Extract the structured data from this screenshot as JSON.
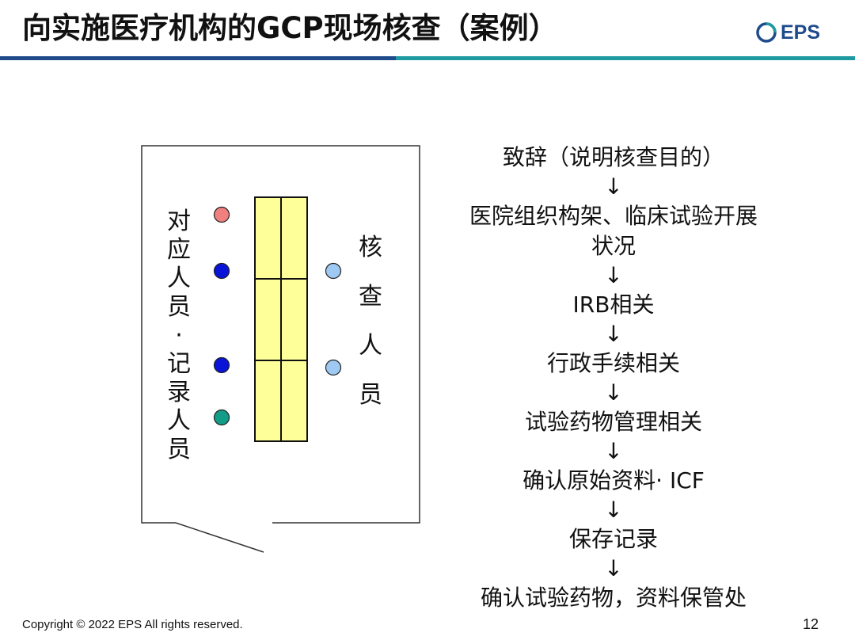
{
  "header": {
    "title": "向实施医疗机构的GCP现场核查（案例）",
    "logo_text": "EPS",
    "logo_icon": "eps-logo-icon",
    "colors": {
      "primary": "#1f4b8c",
      "accent": "#1e9aa0"
    }
  },
  "diagram": {
    "left_label_chars": [
      "对",
      "应",
      "人",
      "员",
      "·",
      "记",
      "录",
      "人",
      "员"
    ],
    "right_label_chars": [
      "核",
      "查",
      "人",
      "员"
    ],
    "left_seats": [
      {
        "role": "left-seat",
        "color": "#f08080"
      },
      {
        "role": "left-seat",
        "color": "#0a14d8"
      },
      {
        "role": "left-seat",
        "color": "#0a14d8"
      },
      {
        "role": "left-seat",
        "color": "#139c87"
      }
    ],
    "right_seats": [
      {
        "role": "right-seat",
        "color": "#9ec9f2"
      },
      {
        "role": "right-seat",
        "color": "#9ec9f2"
      }
    ],
    "table_color": "#ffff99"
  },
  "flow": {
    "arrow": "↓",
    "steps": [
      {
        "text": "致辞（说明核查目的）"
      },
      {
        "text": "医院组织构架、临床试验开展\n状况"
      },
      {
        "text": "IRB相关"
      },
      {
        "text": "行政手续相关"
      },
      {
        "text": "试验药物管理相关"
      },
      {
        "text": "确认原始资料· ICF"
      },
      {
        "text": "保存记录"
      },
      {
        "text": "确认试验药物，资料保管处"
      }
    ]
  },
  "footer": {
    "copyright": "Copyright © 2022 EPS All rights reserved.",
    "page_number": "12"
  }
}
